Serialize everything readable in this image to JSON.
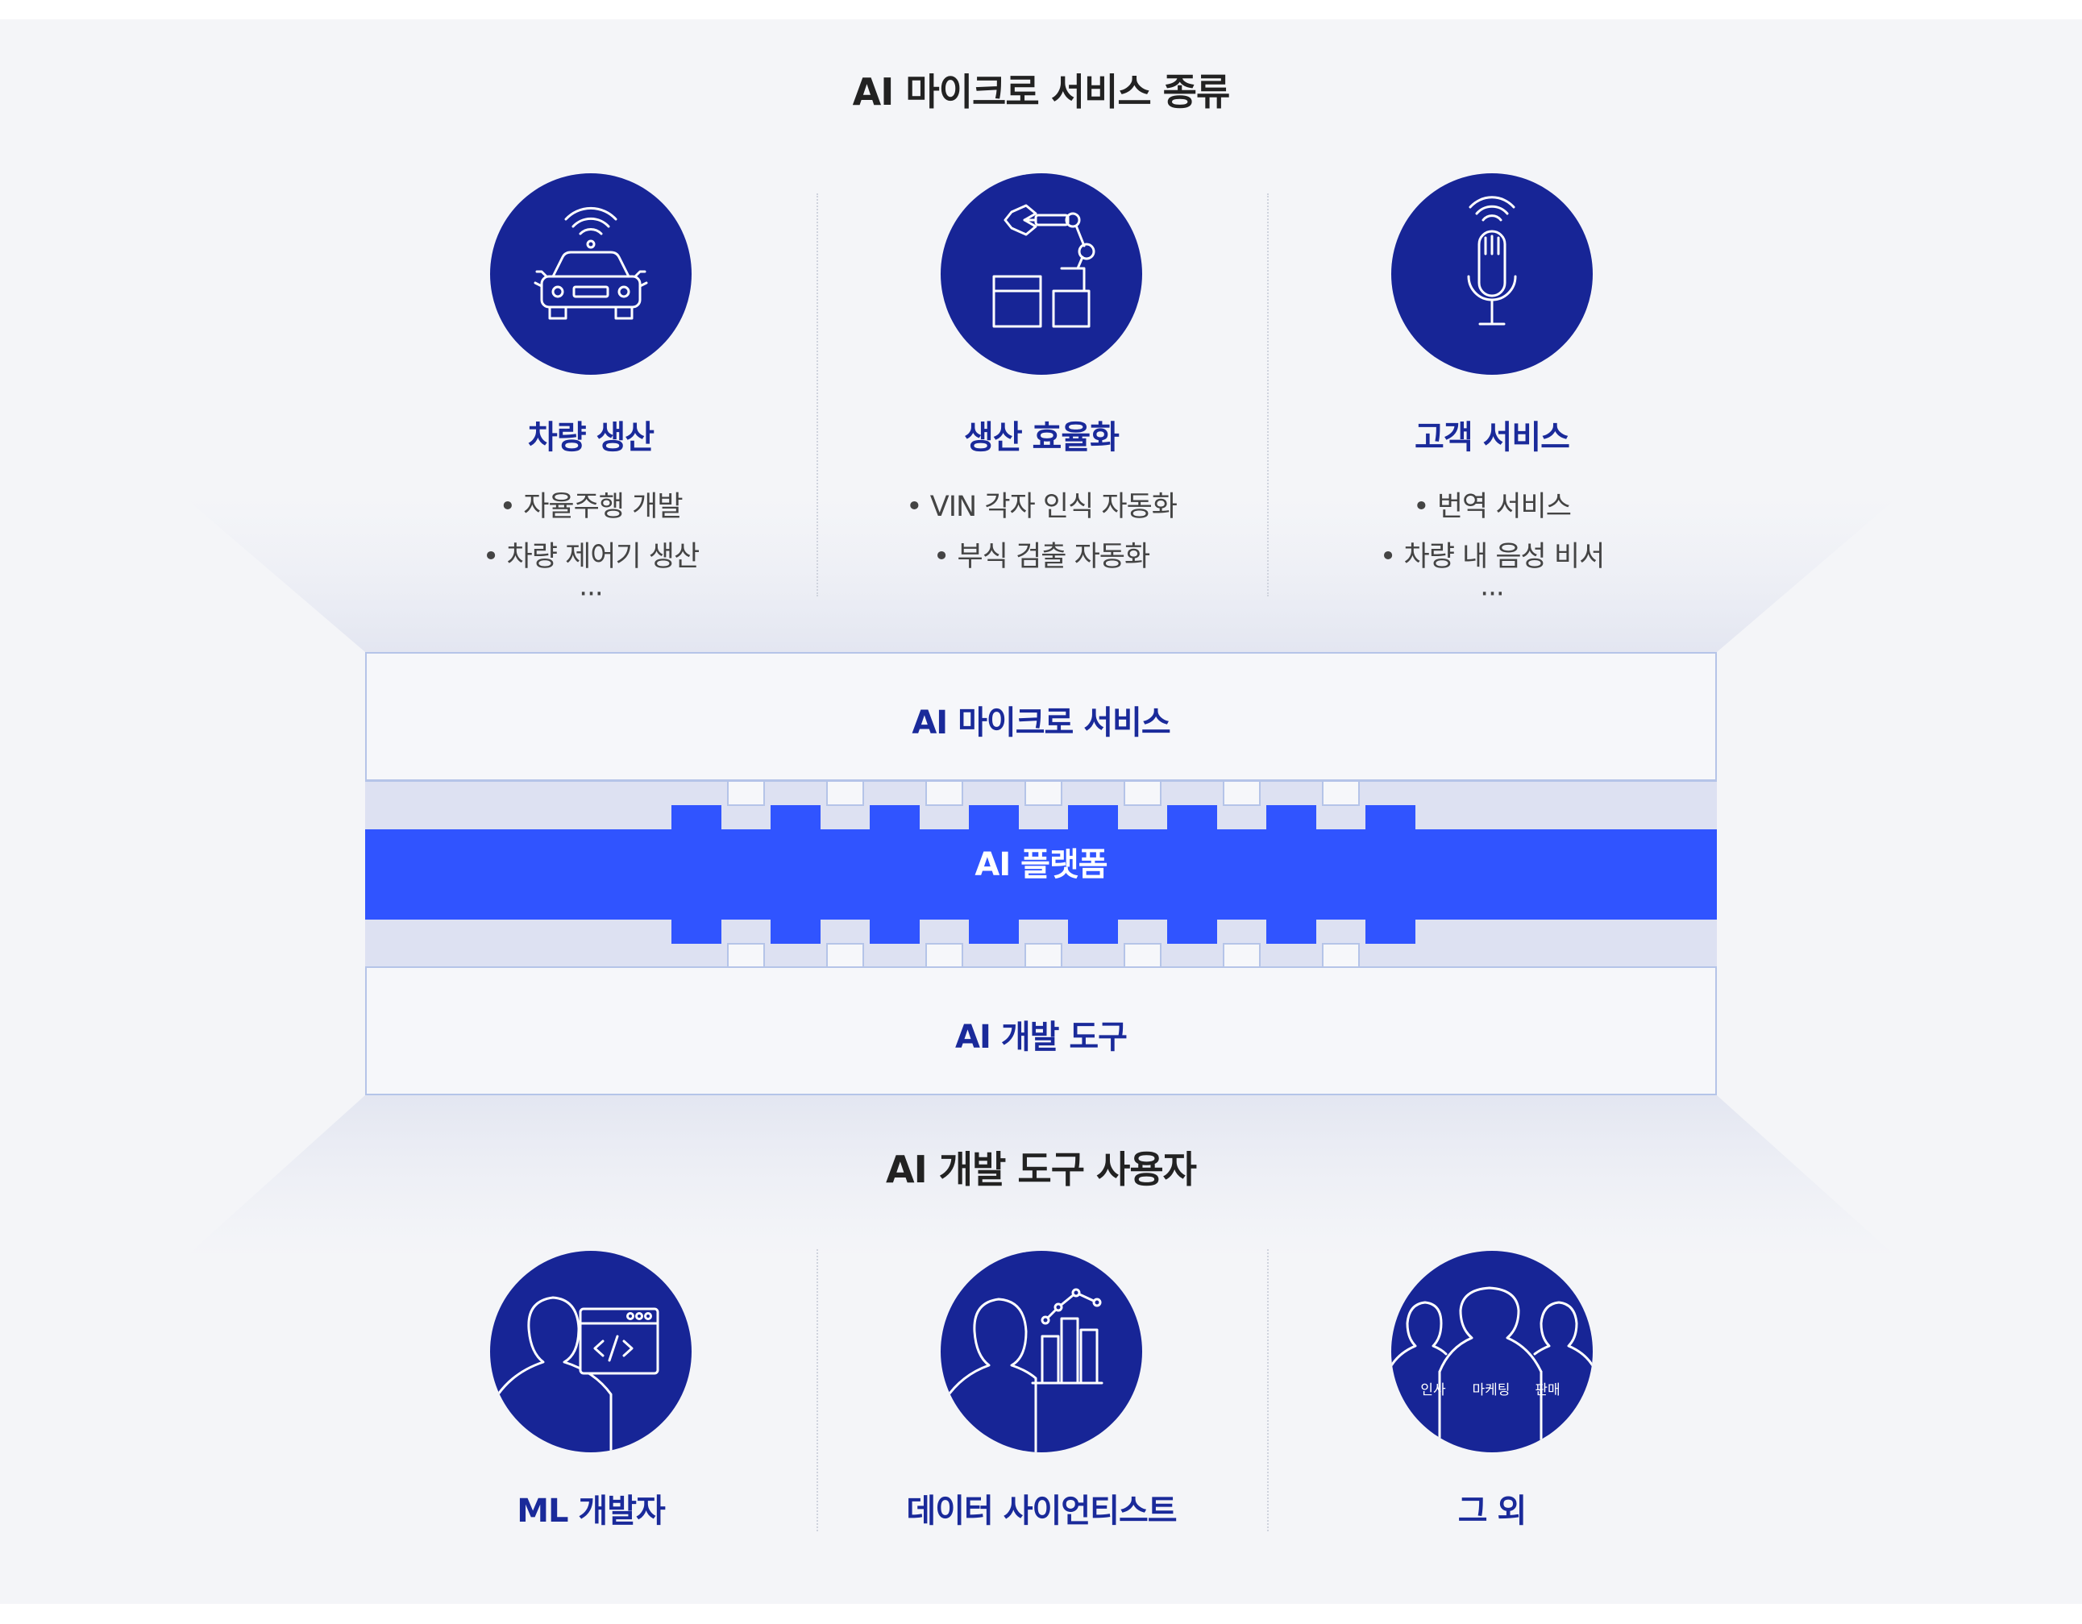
{
  "section_top_title": "AI 마이크로 서비스 종류",
  "services": [
    {
      "icon": "connected-car-icon",
      "title": "차량 생산",
      "bullets": [
        "• 자율주행 개발",
        "• 차량 제어기 생산"
      ],
      "more": "···"
    },
    {
      "icon": "robot-arm-icon",
      "title": "생산 효율화",
      "bullets": [
        "• VIN 각자 인식 자동화",
        "• 부식 검출 자동화"
      ],
      "more": ""
    },
    {
      "icon": "voice-microphone-icon",
      "title": "고객 서비스",
      "bullets": [
        "• 번역 서비스",
        "• 차량 내 음성 비서"
      ],
      "more": "···"
    }
  ],
  "layers": {
    "microservice": "AI 마이크로 서비스",
    "platform": "AI 플랫폼",
    "devtools": "AI 개발 도구"
  },
  "section_bottom_title": "AI 개발 도구 사용자",
  "users": [
    {
      "icon": "developer-code-icon",
      "title": "ML 개발자"
    },
    {
      "icon": "data-scientist-chart-icon",
      "title": "데이터 사이언티스트"
    },
    {
      "icon": "people-group-icon",
      "title": "그 외",
      "group_labels": [
        "인사",
        "마케팅",
        "판매"
      ]
    }
  ],
  "colors": {
    "icon_circle": "#172596",
    "platform_bar": "#3054ff",
    "connector_band": "#dde1f2",
    "label_blue": "#1a2a9a"
  }
}
